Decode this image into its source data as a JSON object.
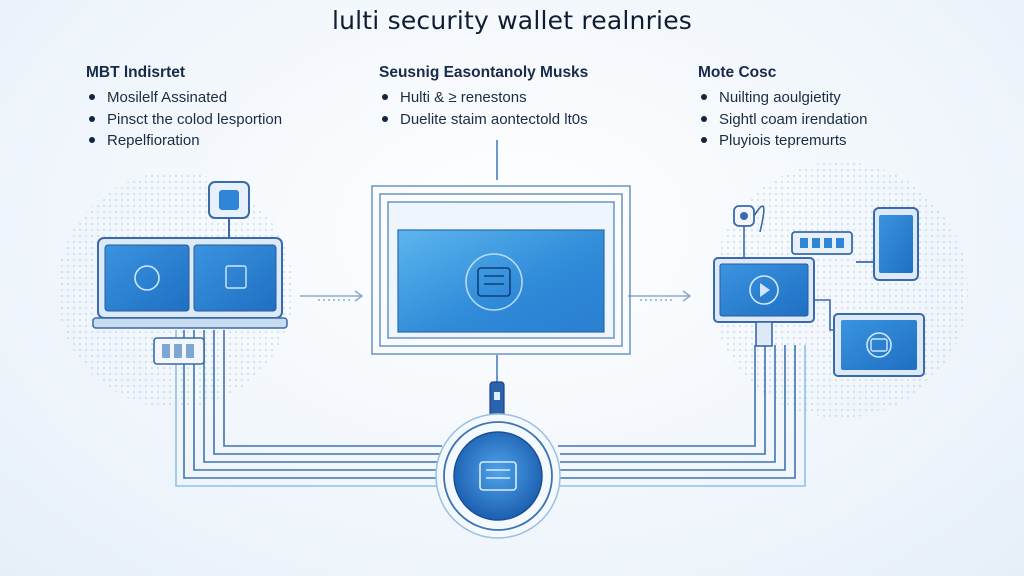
{
  "title": "lulti security wallet realnries",
  "columns": {
    "left": {
      "heading": "MBT lndisrtet",
      "items": [
        "Mosilelf Assinated",
        "Pinsct the colod lesportion",
        "Repelfioration"
      ]
    },
    "middle": {
      "heading": "Seusnig Easontanoly Musks",
      "items": [
        "Hulti & ≥ renestons",
        "Duelite staim aontectold lt0s"
      ]
    },
    "right": {
      "heading": "Mote Cosc",
      "items": [
        "Nuilting aoulgietity",
        "Sightl coam irendation",
        "Pluyiois tepremurts"
      ]
    }
  },
  "colors": {
    "accent": "#2f86d6",
    "line": "#3b6fae",
    "bg": "#f2f7fc"
  },
  "icons": [
    "laptop-icon",
    "tablet-icon",
    "monitor-icon",
    "lock-icon",
    "server-icon",
    "security-hub-icon"
  ]
}
